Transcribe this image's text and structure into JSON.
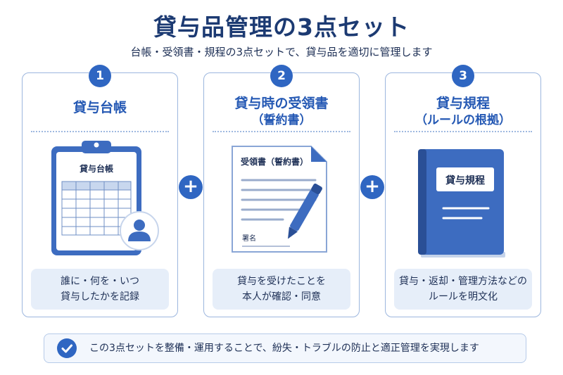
{
  "title": "貸与品管理の3点セット",
  "subtitle": "台帳・受領書・規程の3点セットで、貸与品を適切に管理します",
  "cards": [
    {
      "number": "1",
      "title_line1": "貸与台帳",
      "title_line2": "",
      "illustration_label": "貸与台帳",
      "illustration_icon": "clipboard-icon",
      "desc_line1": "誰に・何を・いつ",
      "desc_line2": "貸与したかを記録"
    },
    {
      "number": "2",
      "title_line1": "貸与時の受領書",
      "title_line2": "（誓約書）",
      "illustration_label": "受領書（誓約書）",
      "illustration_sub_label": "署名",
      "illustration_icon": "document-pen-icon",
      "desc_line1": "貸与を受けたことを",
      "desc_line2": "本人が確認・同意"
    },
    {
      "number": "3",
      "title_line1": "貸与規程",
      "title_line2": "（ルールの根拠）",
      "illustration_label": "貸与規程",
      "illustration_icon": "book-icon",
      "desc_line1": "貸与・返却・管理方法などの",
      "desc_line2": "ルールを明文化"
    }
  ],
  "plus_symbol": "+",
  "footer": {
    "text": "この3点セットを整備・運用することで、紛失・トラブルの防止と適正管理を実現します",
    "icon": "check-circle-icon"
  },
  "colors": {
    "primary": "#2f66c2",
    "title": "#1c3a72",
    "card_border": "#9cb6de",
    "desc_bg": "#e6eef9"
  }
}
